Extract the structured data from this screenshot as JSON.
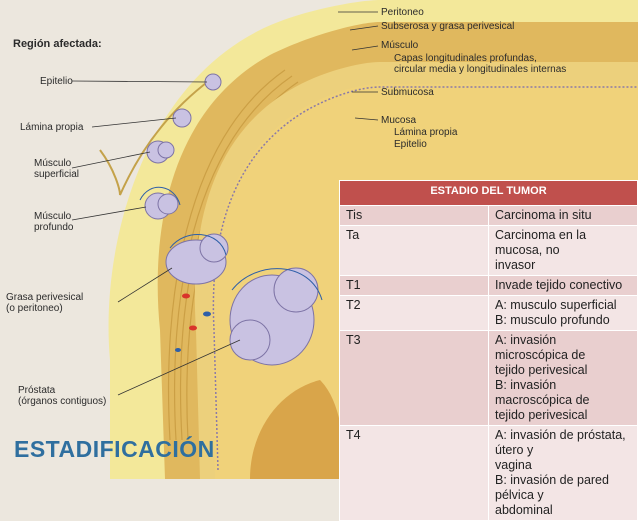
{
  "diagram": {
    "region_title": "Región afectada:",
    "left_labels": {
      "epitelio": "Epitelio",
      "lamina_propia": "Lámina propia",
      "musculo_superficial": [
        "Músculo",
        "superficial"
      ],
      "musculo_profundo": [
        "Músculo",
        "profundo"
      ],
      "grasa_perivesical": [
        "Grasa perivesical",
        "(o peritoneo)"
      ],
      "prostata": [
        "Próstata",
        "(órganos contiguos)"
      ]
    },
    "right_labels": {
      "peritoneo": "Peritoneo",
      "subserosa": "Subserosa y grasa perivesical",
      "musculo": "Músculo",
      "capas": [
        "Capas longitudinales profundas,",
        "circular media y longitudinales internas"
      ],
      "submucosa": "Submucosa",
      "mucosa": "Mucosa",
      "lamina_propia": "Lámina propia",
      "epitelio": "Epitelio"
    },
    "colors": {
      "background": "#ece7de",
      "bladder_wall": "#e8c86a",
      "lumen": "#f0d27a",
      "fat": "#f3e89a",
      "muscle_dark": "#b88a3a",
      "tumor": "#c9c2e2",
      "vessel_red": "#d9342b",
      "vessel_blue": "#2e5fa8"
    }
  },
  "table": {
    "header": "ESTADIO DEL TUMOR",
    "header_color": "#c0504d",
    "rows": [
      {
        "stage": "Tis",
        "lines": [
          "Carcinoma in situ"
        ]
      },
      {
        "stage": "Ta",
        "lines": [
          "Carcinoma en la mucosa, no",
          "invasor"
        ]
      },
      {
        "stage": "T1",
        "lines": [
          "Invade tejido conectivo"
        ]
      },
      {
        "stage": "T2",
        "lines": [
          "A: musculo superficial",
          "B: musculo profundo"
        ]
      },
      {
        "stage": "T3",
        "lines": [
          "A: invasión microscópica de",
          "tejido perivesical",
          "B: invasión macroscópica de",
          "tejido perivesical"
        ]
      },
      {
        "stage": "T4",
        "lines": [
          "A: invasión de próstata, útero y",
          "vagina",
          "B: invasión de pared pélvica y",
          "abdominal"
        ]
      }
    ]
  },
  "heading": "ESTADIFICACIÓN"
}
